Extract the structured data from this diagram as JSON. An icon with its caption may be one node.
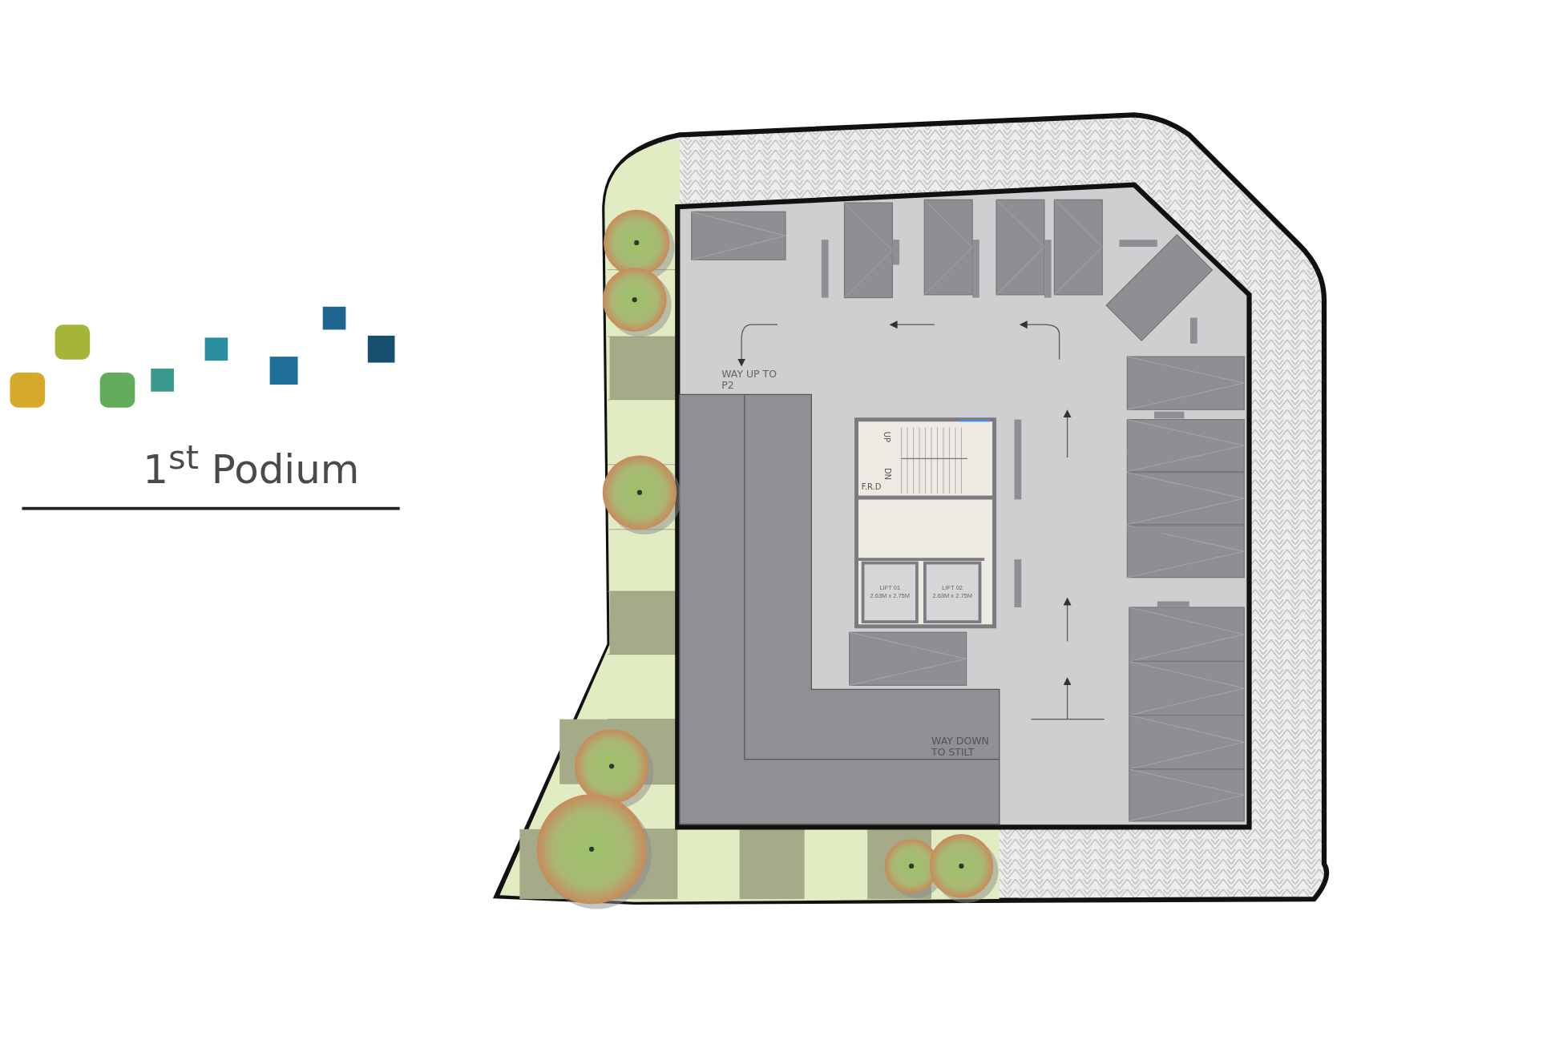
{
  "diagram": {
    "title": "1$^{st}$ Podium",
    "nodes": [
      {
        "text": [
          "LIFT 01",
          "2.63M x 2.75M"
        ]
      },
      {
        "text": [
          "LIFT 02",
          "2.63M x 2.75M"
        ]
      }
    ],
    "labels": [
      "WAY UP TO P2",
      "UP",
      "DN",
      "F.R.D",
      "WAY DOWN TO STILT"
    ]
  }
}
